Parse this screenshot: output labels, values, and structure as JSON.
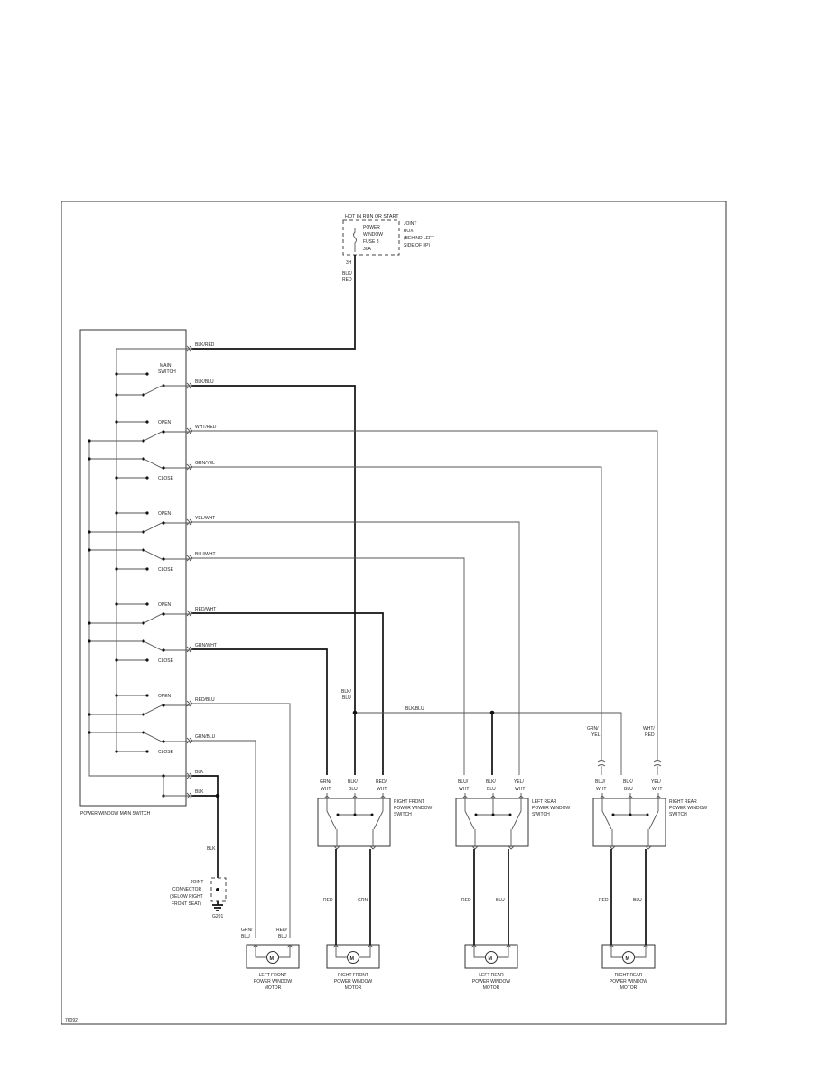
{
  "fuse_box": {
    "hot_label": "HOT IN RUN OR START",
    "fuse_lines": [
      "POWER",
      "WINDOW",
      "FUSE 8",
      "30A"
    ],
    "joint_box_lines": [
      "JOINT",
      "BOX",
      "(BEHIND LEFT",
      "SIDE OF I/P)"
    ],
    "pin": "3H",
    "feed_wire": [
      "BLK/",
      "RED"
    ]
  },
  "main_switch": {
    "name": "POWER WINDOW MAIN SWITCH",
    "main_switch_label": [
      "MAIN",
      "SWITCH"
    ],
    "open_label": "OPEN",
    "close_label": "CLOSE",
    "wires": [
      "BLK/RED",
      "BLK/BLU",
      "WHT/RED",
      "GRN/YEL",
      "YEL/WHT",
      "BLU/WHT",
      "RED/WHT",
      "GRN/WHT",
      "RED/BLU",
      "GRN/BLU",
      "BLK",
      "BLK"
    ]
  },
  "ground": {
    "wire": "BLK",
    "connector_lines": [
      "JOINT",
      "CONNECTOR",
      "(BELOW RIGHT",
      "FRONT SEAT)"
    ],
    "ground_id": "G201"
  },
  "bus": {
    "wire": "BLK/BLU",
    "drop_wire": [
      "BLK/",
      "BLU"
    ]
  },
  "switches": [
    {
      "name_lines": [
        "RIGHT FRONT",
        "POWER WINDOW",
        "SWITCH"
      ],
      "pins": [
        [
          "GRN/",
          "WHT"
        ],
        [
          "BLK/",
          "BLU"
        ],
        [
          "RED/",
          "WHT"
        ]
      ]
    },
    {
      "name_lines": [
        "LEFT REAR",
        "POWER WINDOW",
        "SWITCH"
      ],
      "pins": [
        [
          "BLU/",
          "WHT"
        ],
        [
          "BLK/",
          "BLU"
        ],
        [
          "YEL/",
          "WHT"
        ]
      ]
    },
    {
      "name_lines": [
        "RIGHT REAR",
        "POWER WINDOW",
        "SWITCH"
      ],
      "pins": [
        [
          "BLU/",
          "WHT"
        ],
        [
          "BLK/",
          "BLU"
        ],
        [
          "YEL/",
          "WHT"
        ]
      ]
    }
  ],
  "rear_inputs": [
    [
      "GRN/",
      "YEL"
    ],
    [
      "WHT/",
      "RED"
    ]
  ],
  "motors": [
    {
      "name_lines": [
        "LEFT FRONT",
        "POWER WINDOW",
        "MOTOR"
      ],
      "wires": [
        [
          "GRN/",
          "BLU"
        ],
        [
          "RED/",
          "BLU"
        ]
      ]
    },
    {
      "name_lines": [
        "RIGHT FRONT",
        "POWER WINDOW",
        "MOTOR"
      ],
      "wires": [
        "RED",
        "GRN"
      ]
    },
    {
      "name_lines": [
        "LEFT REAR",
        "POWER WINDOW",
        "MOTOR"
      ],
      "wires": [
        "RED",
        "BLU"
      ]
    },
    {
      "name_lines": [
        "RIGHT REAR",
        "POWER WINDOW",
        "MOTOR"
      ],
      "wires": [
        "RED",
        "BLU"
      ]
    }
  ],
  "motor_symbol": "M",
  "figure_id": "76092"
}
